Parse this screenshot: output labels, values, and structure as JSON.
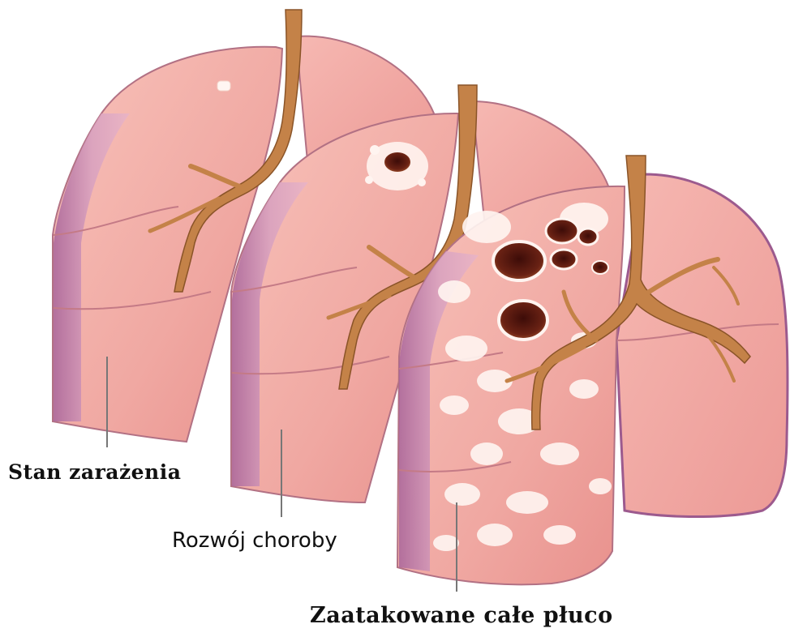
{
  "labels": {
    "infection": "Stan zarażenia",
    "progression": "Rozwój choroby",
    "whole_lung": "Zaatakowane całe płuco"
  },
  "colors": {
    "lung_light": "#f6b7b0",
    "lung_mid": "#ec9c98",
    "lung_shadow": "#c97a8c",
    "pleura_purple": "#9c5a8e",
    "bronchus": "#c48248",
    "bronchus_dark": "#8a5428",
    "cavity_dark": "#5a1a12",
    "lesion_white": "#fff4f0"
  }
}
